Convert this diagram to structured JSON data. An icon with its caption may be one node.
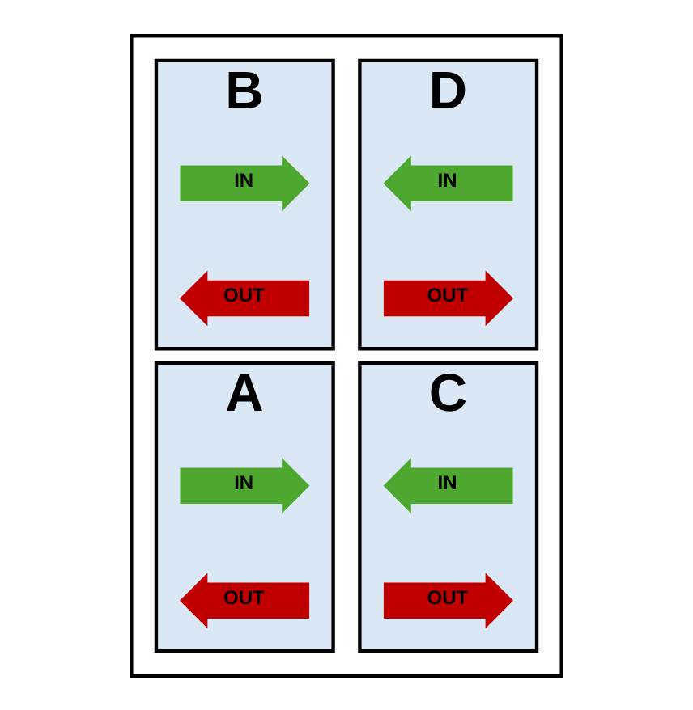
{
  "diagram": {
    "nodes": [
      {
        "text": [],
        "shape": "box"
      },
      {
        "text": [
          "D"
        ],
        "in": 0
      },
      {
        "text": [
          "IN"
        ],
        "in": 1
      },
      {
        "text": [
          "OUT"
        ],
        "in": 1
      },
      {
        "text": [
          "B"
        ],
        "in": 0
      },
      {
        "text": [
          "IN"
        ],
        "in": 4
      },
      {
        "text": [
          "OUT"
        ],
        "in": 4
      },
      {
        "text": [
          "C"
        ],
        "in": 0
      },
      {
        "text": [
          "IN"
        ],
        "in": 7
      },
      {
        "text": [
          "OUT"
        ],
        "in": 7
      },
      {
        "text": [
          "A"
        ],
        "in": 0
      },
      {
        "text": [
          "IN"
        ],
        "in": 10
      },
      {
        "text": [
          "OUT"
        ],
        "in": 10
      }
    ],
    "edges": []
  }
}
